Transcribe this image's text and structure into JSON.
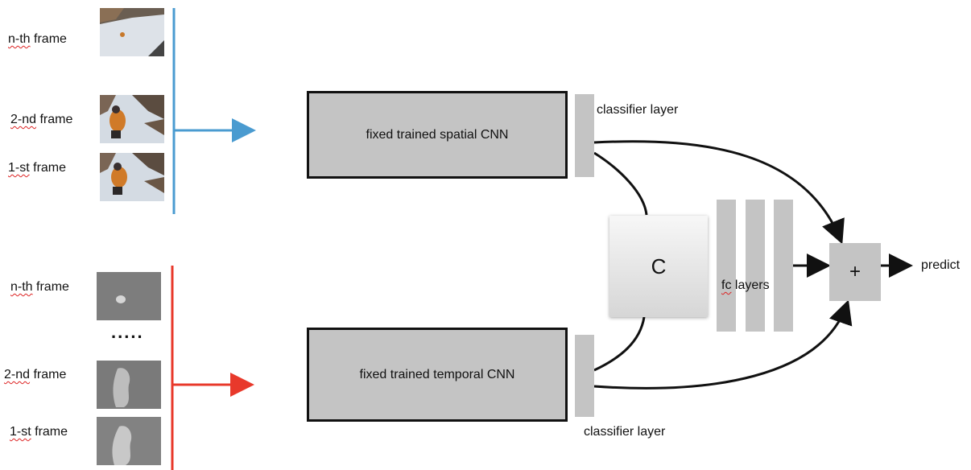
{
  "spatial": {
    "frames": [
      {
        "prefix": "n-th",
        "suffix": " frame"
      },
      {
        "prefix": "2-nd",
        "suffix": " frame"
      },
      {
        "prefix": "1-st",
        "suffix": " frame"
      }
    ],
    "cnn_label": "fixed trained spatial CNN",
    "classifier_label": "classifier layer",
    "accent": "#4a9bd0"
  },
  "temporal": {
    "frames": [
      {
        "prefix": "n-th",
        "suffix": " frame"
      },
      {
        "prefix": "2-nd",
        "suffix": " frame"
      },
      {
        "prefix": "1-st",
        "suffix": " frame"
      }
    ],
    "ellipsis": ".....",
    "cnn_label": "fixed trained temporal CNN",
    "classifier_label": "classifier layer",
    "accent": "#e8392b"
  },
  "concat_label": "C",
  "fc_label": {
    "prefix": "fc",
    "suffix": " layers"
  },
  "fusion_label": "+",
  "output_label": "predict"
}
